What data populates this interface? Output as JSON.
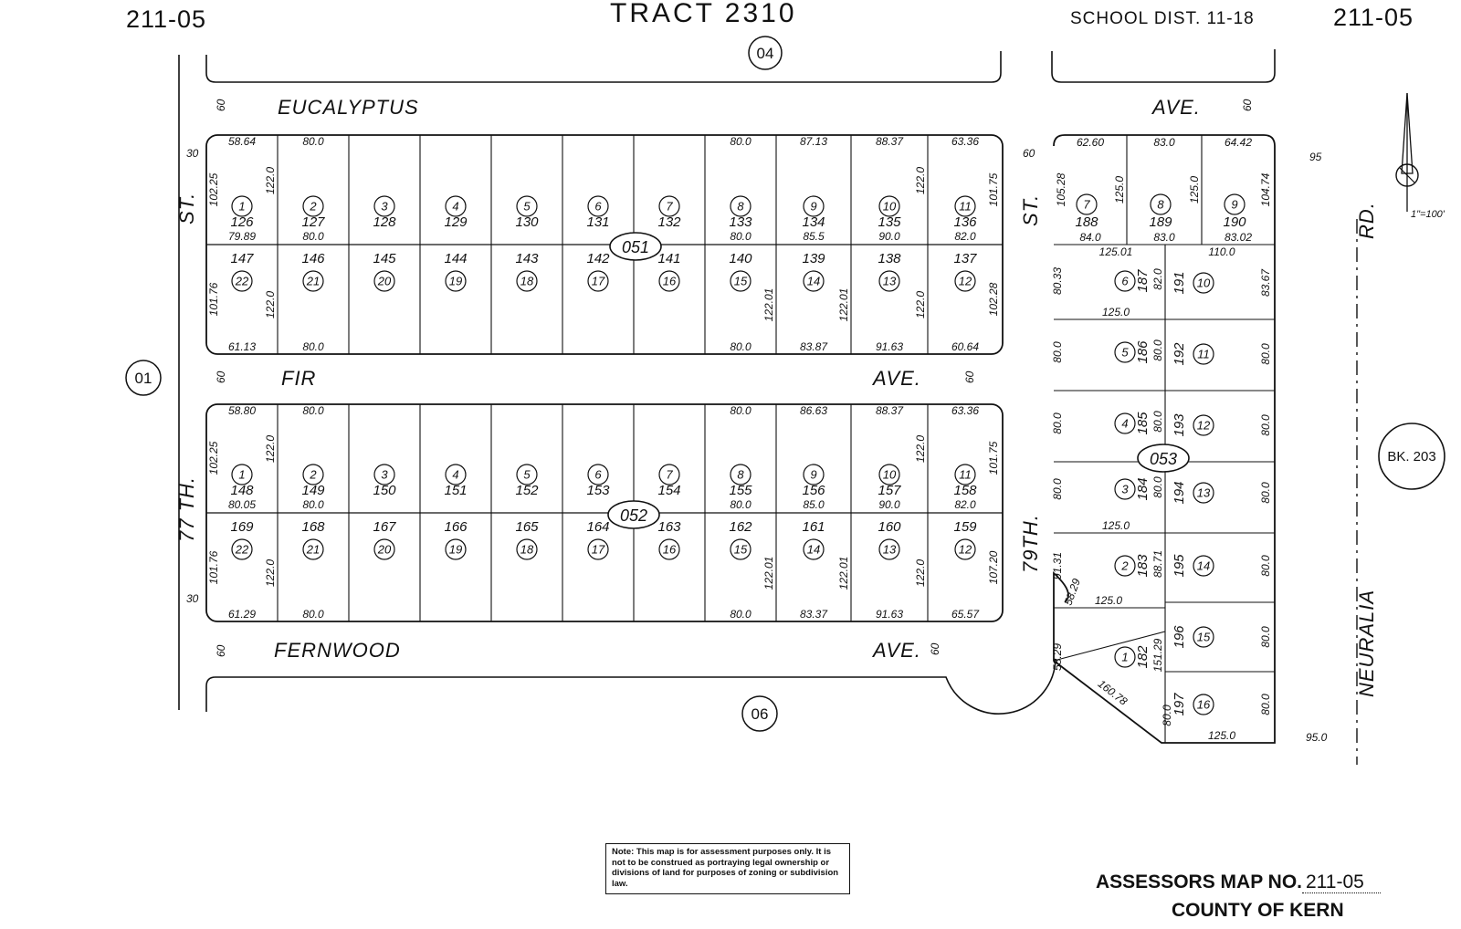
{
  "header": {
    "left_map_ref": "211-05",
    "tract": "TRACT 2310",
    "school_dist": "SCHOOL DIST. 11-18",
    "right_map_ref": "211-05"
  },
  "streets": {
    "eucalyptus": "EUCALYPTUS",
    "ave_top": "AVE.",
    "fir": "FIR",
    "ave_fir": "AVE.",
    "fernwood": "FERNWOOD",
    "ave_fernwood": "AVE.",
    "st77_st": "ST.",
    "st77_77th": "77 TH.",
    "st79_st": "ST.",
    "st79_79th": "79TH.",
    "rd": "RD.",
    "neuralia": "NEURALIA"
  },
  "street_widths": {
    "w60": "60",
    "w30": "30",
    "w95": "95",
    "w950": "95.0"
  },
  "adjacent_pages": {
    "north": "04",
    "west": "01",
    "south": "06",
    "book": "BK. 203"
  },
  "blocks": {
    "b051": "051",
    "b052": "052",
    "b053": "053"
  },
  "scale": "1\"=100'",
  "block051": {
    "top_dims": [
      "58.64",
      "80.0",
      "80.0",
      "87.13",
      "88.37",
      "63.36"
    ],
    "bottom_dims": [
      "61.13",
      "80.0",
      "80.0",
      "83.87",
      "91.63",
      "60.64"
    ],
    "mid_dims": [
      "79.89",
      "80.0",
      "80.0",
      "85.5",
      "90.0",
      "82.0"
    ],
    "side_dims": [
      "102.25",
      "101.76",
      "101.75",
      "102.28"
    ],
    "depth": "122.0",
    "depth_b": "122.01",
    "upper_lots": [
      "1",
      "2",
      "3",
      "4",
      "5",
      "6",
      "7",
      "8",
      "9",
      "10",
      "11"
    ],
    "upper_apns": [
      "126",
      "127",
      "128",
      "129",
      "130",
      "131",
      "132",
      "133",
      "134",
      "135",
      "136"
    ],
    "lower_lots": [
      "22",
      "21",
      "20",
      "19",
      "18",
      "17",
      "16",
      "15",
      "14",
      "13",
      "12"
    ],
    "lower_apns": [
      "147",
      "146",
      "145",
      "144",
      "143",
      "142",
      "141",
      "140",
      "139",
      "138",
      "137"
    ]
  },
  "block052": {
    "top_dims": [
      "58.80",
      "80.0",
      "80.0",
      "86.63",
      "88.37",
      "63.36"
    ],
    "bottom_dims": [
      "61.29",
      "80.0",
      "80.0",
      "83.37",
      "91.63",
      "65.57"
    ],
    "mid_dims": [
      "80.05",
      "80.0",
      "80.0",
      "85.0",
      "90.0",
      "82.0"
    ],
    "side_dims": [
      "102.25",
      "101.76",
      "101.75",
      "107.20"
    ],
    "depth": "122.0",
    "depth_b": "122.01",
    "upper_lots": [
      "1",
      "2",
      "3",
      "4",
      "5",
      "6",
      "7",
      "8",
      "9",
      "10",
      "11"
    ],
    "upper_apns": [
      "148",
      "149",
      "150",
      "151",
      "152",
      "153",
      "154",
      "155",
      "156",
      "157",
      "158"
    ],
    "lower_lots": [
      "22",
      "21",
      "20",
      "19",
      "18",
      "17",
      "16",
      "15",
      "14",
      "13",
      "12"
    ],
    "lower_apns": [
      "169",
      "168",
      "167",
      "166",
      "165",
      "164",
      "163",
      "162",
      "161",
      "160",
      "159"
    ]
  },
  "block053": {
    "top_dims": [
      "62.60",
      "83.0",
      "64.42"
    ],
    "top_mid_dims": [
      "84.0",
      "83.0",
      "83.02"
    ],
    "top_side": [
      "105.28",
      "125.0",
      "125.0",
      "104.74"
    ],
    "top_lots": [
      "7",
      "8",
      "9"
    ],
    "top_apns": [
      "188",
      "189",
      "190"
    ],
    "widths": [
      "125.01",
      "125.0",
      "125.0",
      "125.0",
      "110.0",
      "125.0"
    ],
    "left_dims": [
      "80.33",
      "80.0",
      "80.0",
      "80.0",
      "91.31",
      "58.29",
      "160.78"
    ],
    "right_dims": [
      "83.67",
      "80.0",
      "80.0",
      "80.0",
      "80.0",
      "80.0",
      "80.0"
    ],
    "inner_dims": [
      "82.0",
      "80.0",
      "80.0",
      "80.0",
      "88.71",
      "151.29",
      "80.0"
    ],
    "left_lots": [
      "6",
      "5",
      "4",
      "3",
      "2",
      "1"
    ],
    "left_apns": [
      "187",
      "186",
      "185",
      "184",
      "183",
      "182"
    ],
    "right_lots": [
      "10",
      "11",
      "12",
      "13",
      "14",
      "15",
      "16"
    ],
    "right_apns": [
      "191",
      "192",
      "193",
      "194",
      "195",
      "196",
      "197"
    ]
  },
  "footer": {
    "note": "Note: This map is for assessment purposes only. It is not to be construed as portraying legal ownership or divisions of land for purposes of zoning or subdivision law.",
    "map_no_label": "ASSESSORS MAP NO.",
    "map_no": "211-05",
    "county": "COUNTY OF KERN"
  }
}
